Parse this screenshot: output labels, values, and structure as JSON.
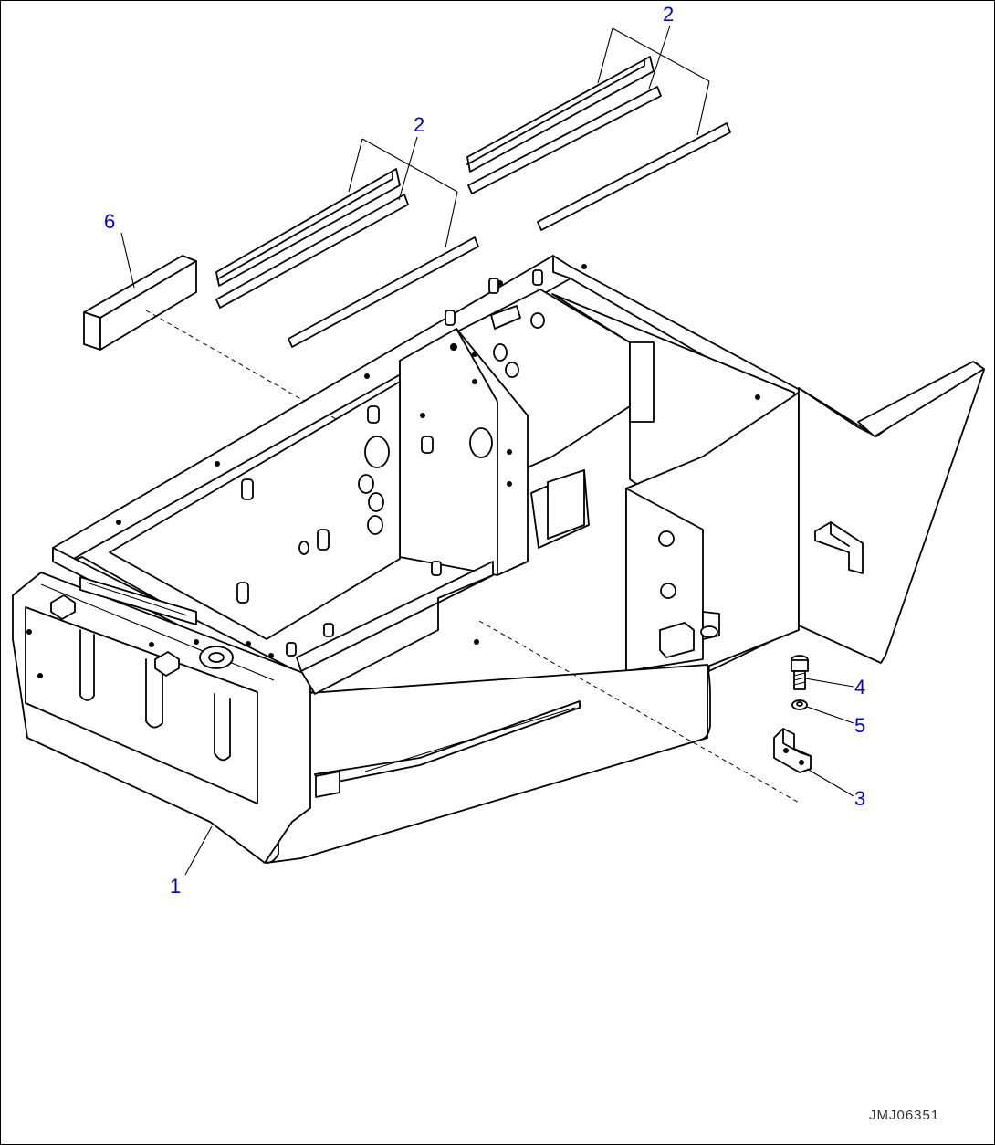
{
  "diagram": {
    "callouts": [
      {
        "id": "c2a",
        "text": "2"
      },
      {
        "id": "c2b",
        "text": "2"
      },
      {
        "id": "c6",
        "text": "6"
      },
      {
        "id": "c4",
        "text": "4"
      },
      {
        "id": "c5",
        "text": "5"
      },
      {
        "id": "c3",
        "text": "3"
      },
      {
        "id": "c1",
        "text": "1"
      }
    ],
    "doc_id": "JMJ06351",
    "colors": {
      "callout": "#0000dd",
      "line": "#000000",
      "background": "#ffffff"
    }
  }
}
